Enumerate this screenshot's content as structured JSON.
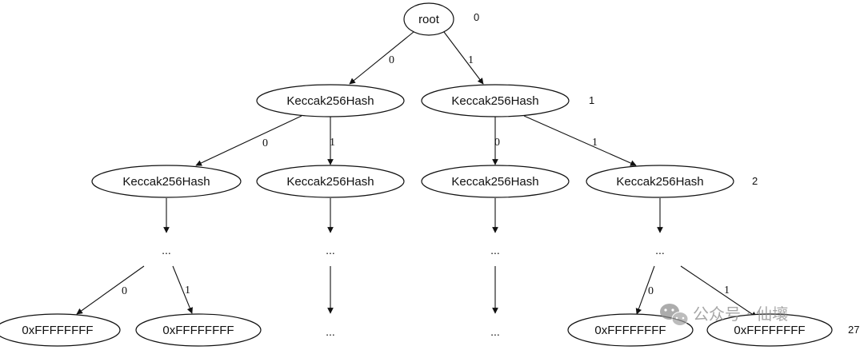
{
  "nodes": {
    "root": "root",
    "l1_left": "Keccak256Hash",
    "l1_right": "Keccak256Hash",
    "l2_a": "Keccak256Hash",
    "l2_b": "Keccak256Hash",
    "l2_c": "Keccak256Hash",
    "l2_d": "Keccak256Hash",
    "leaf_a": "0xFFFFFFFF",
    "leaf_b": "0xFFFFFFFF",
    "leaf_c": "0xFFFFFFFF",
    "leaf_d": "0xFFFFFFFF"
  },
  "ellipsis": "...",
  "edges": {
    "zero": "0",
    "one": "1"
  },
  "levels": {
    "l0": "0",
    "l1": "1",
    "l2": "2",
    "l27": "27"
  },
  "watermark": {
    "text": "公众号 · 仙壤",
    "icon": "wechat-icon"
  },
  "colors": {
    "stroke": "#111111",
    "watermark": "#8a8a8a"
  }
}
